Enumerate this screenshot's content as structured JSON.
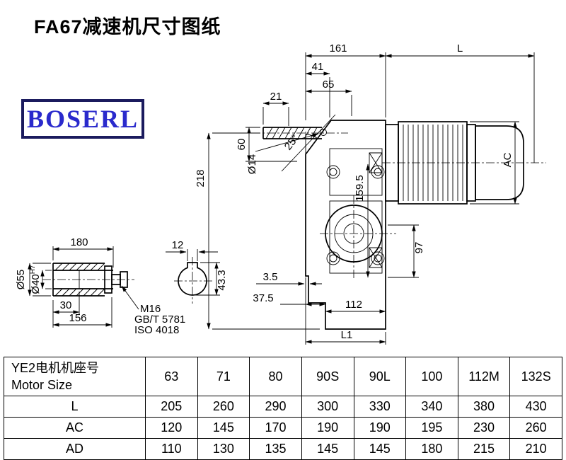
{
  "page": {
    "title": "FA67减速机尺寸图纸"
  },
  "logo": {
    "text": "BOSERL"
  },
  "drawing": {
    "dims": {
      "d161": "161",
      "dL": "L",
      "d41": "41",
      "d65": "65",
      "d21": "21",
      "d60": "60",
      "d218": "218",
      "d14": "Ø14",
      "d25": "25°",
      "d159": "159.5",
      "dAC": "AC",
      "d97": "97",
      "d35": "3.5",
      "d375": "37.5",
      "d112": "112",
      "dL1": "L1"
    },
    "shaft_detail": {
      "d180": "180",
      "d55": "Ø55",
      "d40": "Ø40",
      "d40sup": "H7",
      "d30": "30",
      "d156": "156",
      "m16": "M16",
      "std1": "GB/T 5781",
      "std2": "ISO 4018"
    },
    "keyway_detail": {
      "d12": "12",
      "d433": "43.3"
    }
  },
  "table": {
    "header_line1": "YE2电机机座号",
    "header_line2": "Motor Size",
    "sizes": [
      "63",
      "71",
      "80",
      "90S",
      "90L",
      "100",
      "112M",
      "132S"
    ],
    "rows": [
      {
        "label": "L",
        "values": [
          "205",
          "260",
          "290",
          "300",
          "330",
          "340",
          "380",
          "430"
        ]
      },
      {
        "label": "AC",
        "values": [
          "120",
          "145",
          "170",
          "190",
          "190",
          "195",
          "230",
          "260"
        ]
      },
      {
        "label": "AD",
        "values": [
          "110",
          "130",
          "135",
          "145",
          "145",
          "180",
          "215",
          "210"
        ]
      }
    ]
  }
}
